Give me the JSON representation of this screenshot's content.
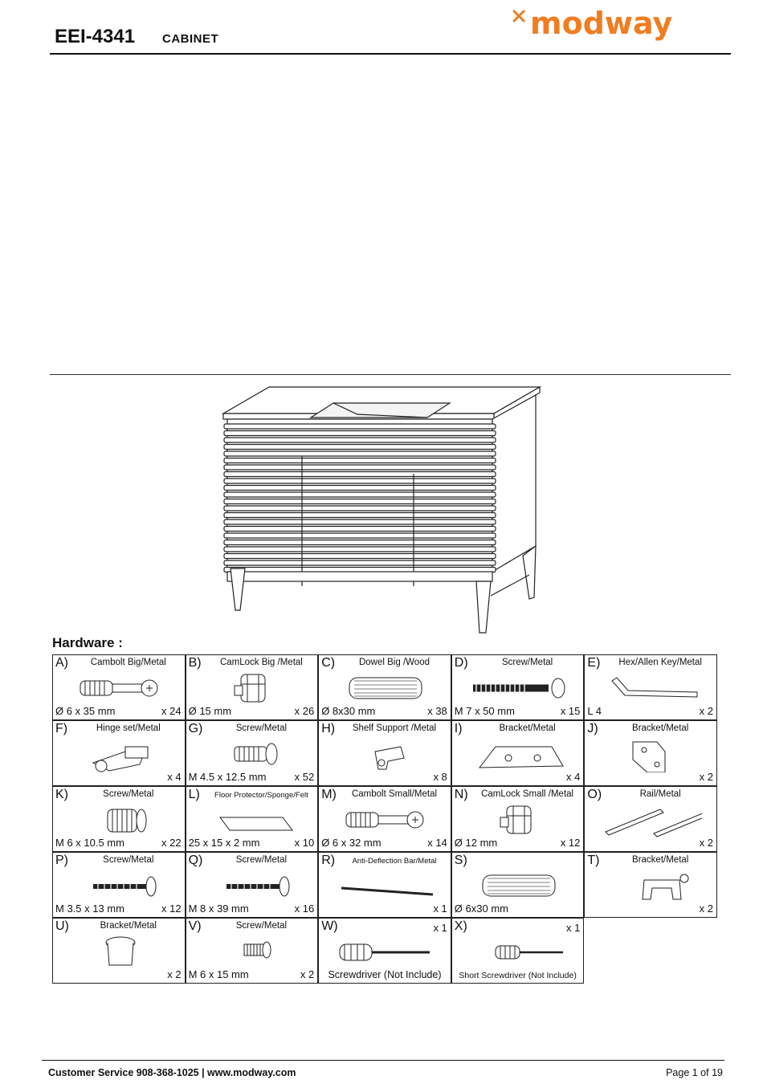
{
  "header": {
    "model": "EEI-4341",
    "category": "CABINET",
    "brand": "modway",
    "brand_color": "#f07d21"
  },
  "hardware": {
    "title": "Hardware :",
    "items": [
      {
        "letter": "A)",
        "desc": "Cambolt Big/Metal",
        "spec": "Ø 6 x 35 mm",
        "qty": "x 24",
        "icon": "cambolt-icon"
      },
      {
        "letter": "B)",
        "desc": "CamLock Big /Metal",
        "spec": "Ø 15 mm",
        "qty": "x 26",
        "icon": "camlock-icon"
      },
      {
        "letter": "C)",
        "desc": "Dowel Big /Wood",
        "spec": "Ø 8x30 mm",
        "qty": "x 38",
        "icon": "dowel-icon"
      },
      {
        "letter": "D)",
        "desc": "Screw/Metal",
        "spec": "M 7 x 50 mm",
        "qty": "x 15",
        "icon": "long-screw-icon"
      },
      {
        "letter": "E)",
        "desc": "Hex/Allen Key/Metal",
        "spec": "L 4",
        "qty": "x 2",
        "icon": "allen-key-icon"
      },
      {
        "letter": "F)",
        "desc": "Hinge set/Metal",
        "spec": "",
        "qty": "x 4",
        "icon": "hinge-icon"
      },
      {
        "letter": "G)",
        "desc": "Screw/Metal",
        "spec": "M 4.5 x 12.5 mm",
        "qty": "x 52",
        "icon": "screw-icon"
      },
      {
        "letter": "H)",
        "desc": "Shelf Support /Metal",
        "spec": "",
        "qty": "x 8",
        "icon": "shelf-support-icon"
      },
      {
        "letter": "I)",
        "desc": "Bracket/Metal",
        "spec": "",
        "qty": "x 4",
        "icon": "corner-bracket-icon"
      },
      {
        "letter": "J)",
        "desc": "Bracket/Metal",
        "spec": "",
        "qty": "x 2",
        "icon": "angle-bracket-icon"
      },
      {
        "letter": "K)",
        "desc": "Screw/Metal",
        "spec": "M 6 x 10.5 mm",
        "qty": "x 22",
        "icon": "insert-screw-icon"
      },
      {
        "letter": "L)",
        "desc": "Floor Protector/Sponge/Felt",
        "spec": "25 x 15 x 2 mm",
        "qty": "x 10",
        "icon": "felt-pad-icon"
      },
      {
        "letter": "M)",
        "desc": "Cambolt Small/Metal",
        "spec": "Ø 6 x 32 mm",
        "qty": "x 14",
        "icon": "cambolt-icon"
      },
      {
        "letter": "N)",
        "desc": "CamLock Small /Metal",
        "spec": "Ø 12 mm",
        "qty": "x 12",
        "icon": "camlock-icon"
      },
      {
        "letter": "O)",
        "desc": "Rail/Metal",
        "spec": "",
        "qty": "x 2",
        "icon": "drawer-rail-icon"
      },
      {
        "letter": "P)",
        "desc": "Screw/Metal",
        "spec": "M 3.5 x 13 mm",
        "qty": "x 12",
        "icon": "wood-screw-icon"
      },
      {
        "letter": "Q)",
        "desc": "Screw/Metal",
        "spec": "M 8 x 39 mm",
        "qty": "x 16",
        "icon": "wood-screw-icon"
      },
      {
        "letter": "R)",
        "desc": "Anti-Deflection Bar/Metal",
        "spec": "",
        "qty": "x 1",
        "icon": "bar-icon"
      },
      {
        "letter": "S)",
        "desc": "",
        "spec": "Ø 6x30 mm",
        "qty": "",
        "icon": "dowel-icon"
      },
      {
        "letter": "T)",
        "desc": "Bracket/Metal",
        "spec": "",
        "qty": "x 2",
        "icon": "u-bracket-icon"
      },
      {
        "letter": "U)",
        "desc": "Bracket/Metal",
        "spec": "",
        "qty": "x 2",
        "icon": "foot-cup-icon"
      },
      {
        "letter": "V)",
        "desc": "Screw/Metal",
        "spec": "M 6 x 15 mm",
        "qty": "x 2",
        "icon": "machine-screw-icon"
      },
      {
        "letter": "W)",
        "desc": "",
        "caption": "Screwdriver (Not Include)",
        "qty": "x 1",
        "icon": "screwdriver-icon"
      },
      {
        "letter": "X)",
        "desc": "",
        "caption": "Short Screwdriver (Not Include)",
        "qty": "x 1",
        "icon": "short-screwdriver-icon"
      }
    ]
  },
  "footer": {
    "contact": "Customer Service 908-368-1025 | www.modway.com",
    "page": "Page 1 of 19"
  }
}
